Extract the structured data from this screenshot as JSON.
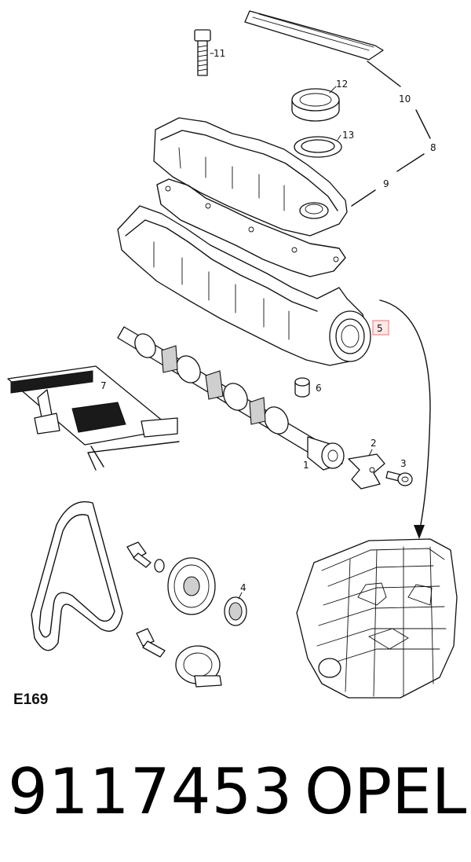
{
  "callouts": {
    "c1": "1",
    "c2": "2",
    "c3": "3",
    "c4": "4",
    "c5": "5",
    "c6": "6",
    "c7": "7",
    "c8": "8",
    "c9": "9",
    "c10": "10",
    "c11": "11",
    "c12": "12",
    "c13": "13"
  },
  "highlight_color": "#e88a8a",
  "diagram_code": "E169",
  "part_number": "9117453",
  "brand": "OPEL"
}
